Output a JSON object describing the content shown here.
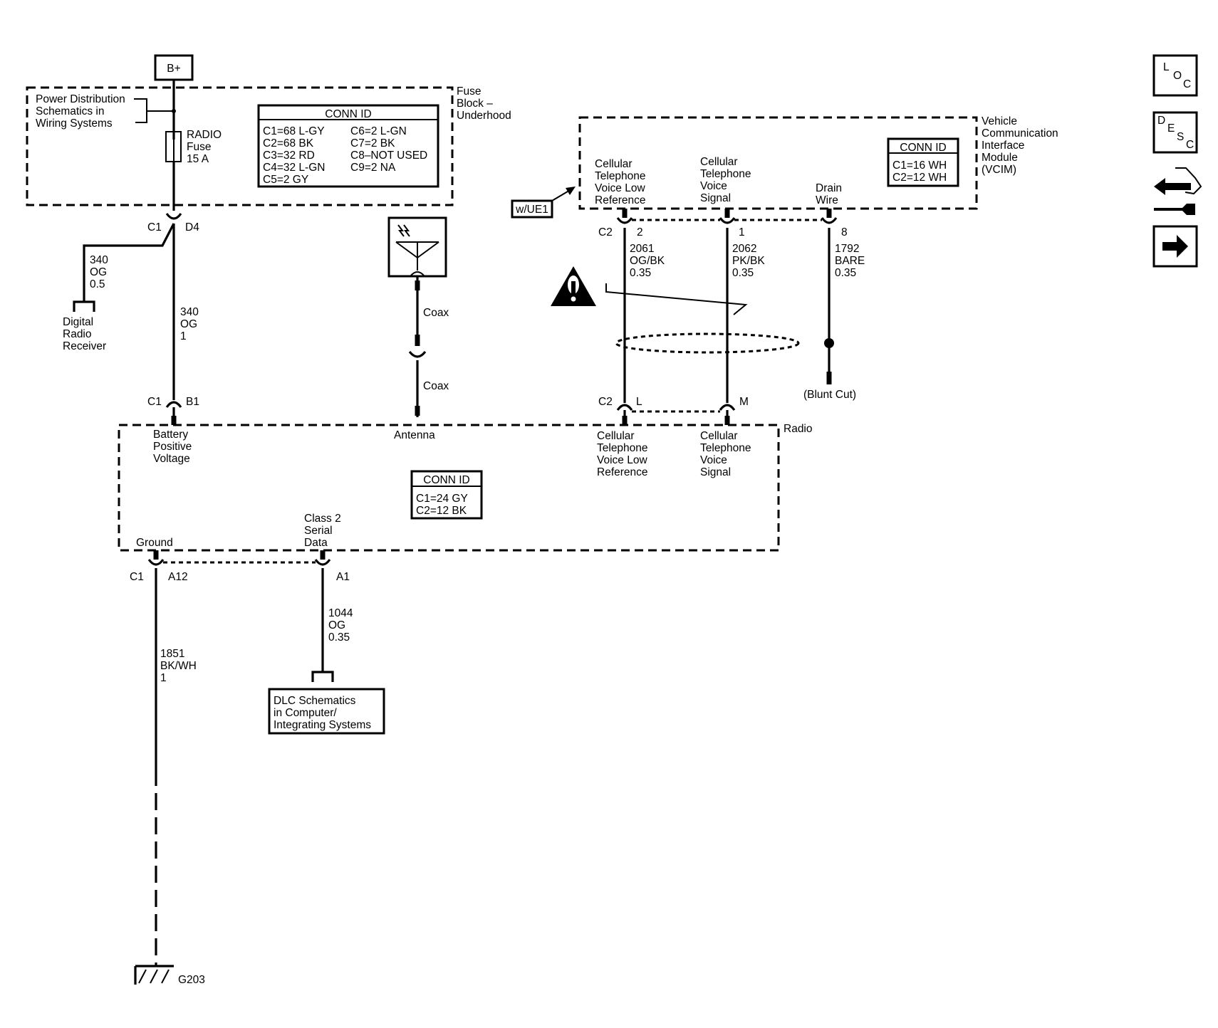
{
  "power": {
    "bplus": "B+",
    "pd_ref": [
      "Power Distribution",
      "Schematics in",
      "Wiring Systems"
    ],
    "fuse_block": [
      "Fuse",
      "Block –",
      "Underhood"
    ],
    "fuse": [
      "RADIO",
      "Fuse",
      "15 A"
    ],
    "conn_title": "CONN ID",
    "conn_col1": [
      "C1=68 L-GY",
      "C2=68 BK",
      "C3=32 RD",
      "C4=32 L-GN",
      "C5=2 GY"
    ],
    "conn_col2": [
      "C6=2 L-GN",
      "C7=2 BK",
      "C8–NOT USED",
      "C9=2 NA"
    ],
    "out_conn": "C1",
    "out_pin": "D4"
  },
  "drr": {
    "wire": [
      "340",
      "OG",
      "0.5"
    ],
    "label": [
      "Digital",
      "Radio",
      "Receiver"
    ]
  },
  "main_wire": [
    "340",
    "OG",
    "1"
  ],
  "antenna": {
    "coax1": "Coax",
    "coax2": "Coax"
  },
  "vcim": {
    "option": "w/UE1",
    "name": [
      "Vehicle",
      "Communication",
      "Interface",
      "Module",
      "(VCIM)"
    ],
    "conn_title": "CONN ID",
    "conn": [
      "C1=16 WH",
      "C2=12 WH"
    ],
    "pin_a_label": [
      "Cellular",
      "Telephone",
      "Voice Low",
      "Reference"
    ],
    "pin_b_label": [
      "Cellular",
      "Telephone",
      "Voice",
      "Signal"
    ],
    "drain_label": [
      "Drain",
      "Wire"
    ],
    "conn_name": "C2",
    "pin_a": "2",
    "pin_b": "1",
    "pin_c": "8",
    "wire_a": [
      "2061",
      "OG/BK",
      "0.35"
    ],
    "wire_b": [
      "2062",
      "PK/BK",
      "0.35"
    ],
    "wire_c": [
      "1792",
      "BARE",
      "0.35"
    ],
    "blunt_cut": "(Blunt Cut)"
  },
  "radio": {
    "name": "Radio",
    "top_conn_left": "C1",
    "top_pin_left": "B1",
    "top_conn_right": "C2",
    "pin_l": "L",
    "pin_m": "M",
    "battery_label": [
      "Battery",
      "Positive",
      "Voltage"
    ],
    "antenna_label": "Antenna",
    "cell_low_label": [
      "Cellular",
      "Telephone",
      "Voice Low",
      "Reference"
    ],
    "cell_sig_label": [
      "Cellular",
      "Telephone",
      "Voice",
      "Signal"
    ],
    "conn_title": "CONN ID",
    "conn": [
      "C1=24 GY",
      "C2=12 BK"
    ],
    "ground_label": "Ground",
    "serial_label": [
      "Class 2",
      "Serial",
      "Data"
    ],
    "bot_conn": "C1",
    "bot_pin_left": "A12",
    "bot_pin_right": "A1"
  },
  "ground": {
    "wire": [
      "1851",
      "BK/WH",
      "1"
    ],
    "name": "G203"
  },
  "dlc": {
    "wire": [
      "1044",
      "OG",
      "0.35"
    ],
    "label": [
      "DLC Schematics",
      "in Computer/",
      "Integrating Systems"
    ]
  },
  "nav": {
    "loc": [
      "L",
      "O",
      "C"
    ],
    "desc": [
      "D",
      "E",
      "S",
      "C"
    ]
  }
}
